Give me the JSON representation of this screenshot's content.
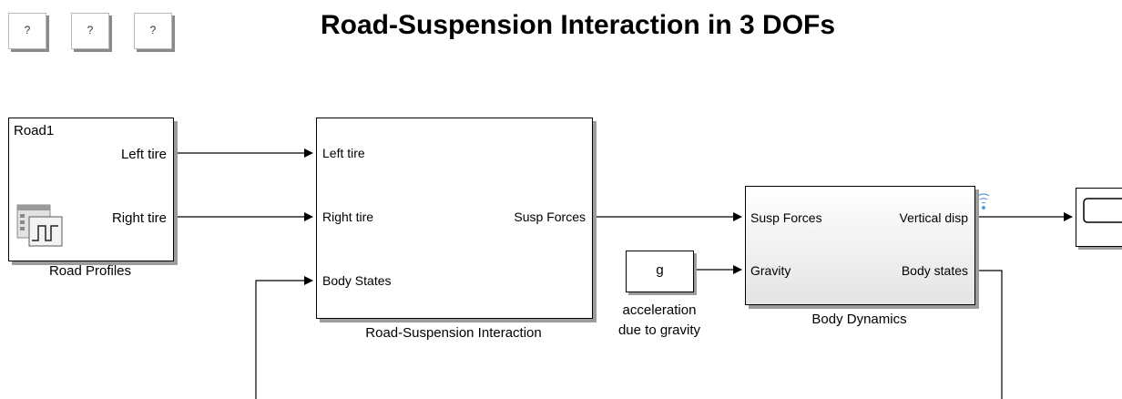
{
  "toolbar": {
    "help_buttons": [
      "?",
      "?",
      "?"
    ]
  },
  "title": "Road-Suspension Interaction in 3 DOFs",
  "blocks": {
    "road_profiles": {
      "name": "Road Profiles",
      "inner_label": "Road1",
      "outputs": [
        "Left tire",
        "Right tire"
      ],
      "icon": "signal-builder-icon"
    },
    "road_suspension": {
      "name": "Road-Suspension Interaction",
      "inputs": [
        "Left tire",
        "Right tire",
        "Body States"
      ],
      "outputs": [
        "Susp Forces"
      ]
    },
    "gravity_constant": {
      "value": "g",
      "label_line1": "acceleration",
      "label_line2": "due to gravity"
    },
    "body_dynamics": {
      "name": "Body Dynamics",
      "inputs": [
        "Susp Forces",
        "Gravity"
      ],
      "outputs": [
        "Vertical disp",
        "Body states"
      ],
      "icon": "signal-logging-icon"
    },
    "scope": {
      "icon": "scope-icon"
    }
  },
  "colors": {
    "block_border": "#000000",
    "shadow": "#9c9c9c",
    "wire": "#000000",
    "logging": "#5b9bd5"
  }
}
